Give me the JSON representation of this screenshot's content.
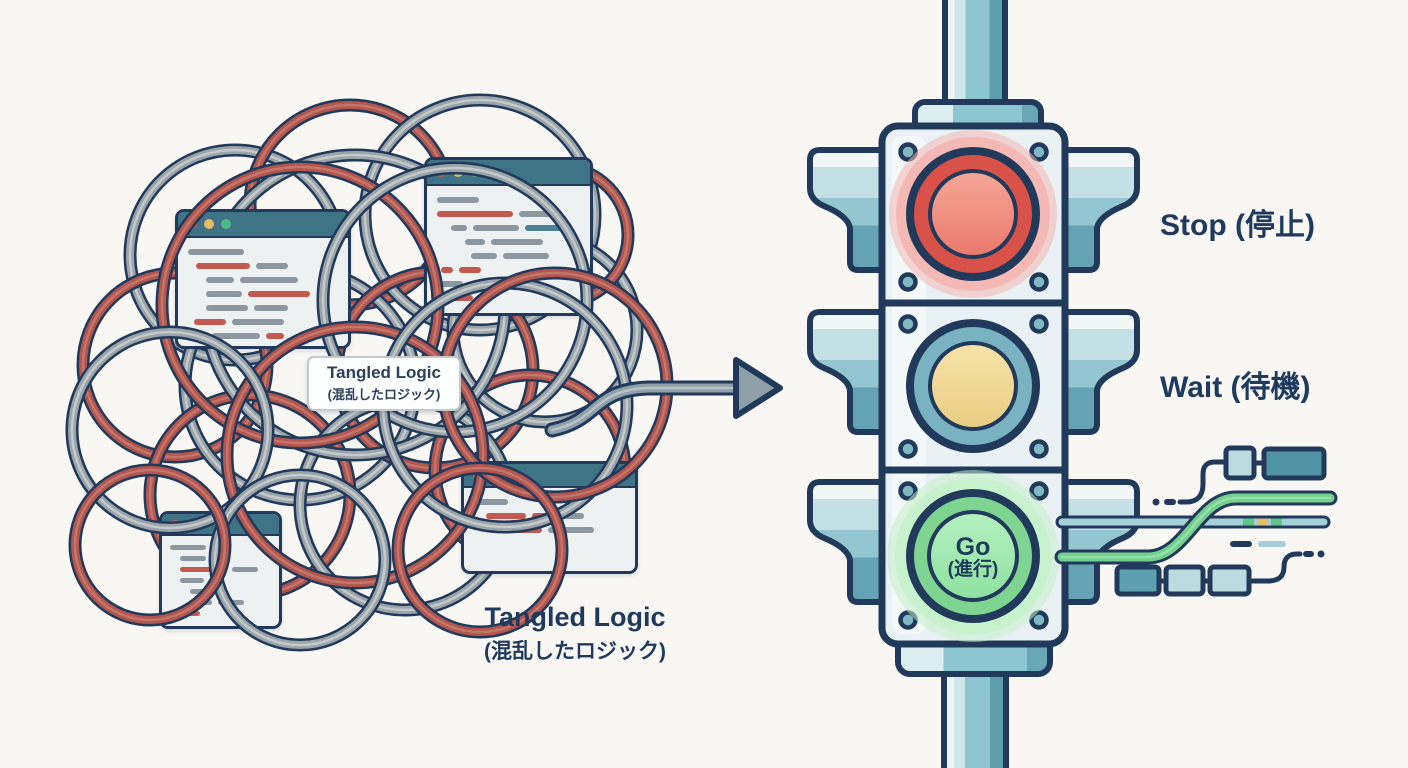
{
  "tangle": {
    "center_label": {
      "title": "Tangled Logic",
      "subtitle": "(混乱したロジック)"
    },
    "caption": {
      "title": "Tangled Logic",
      "subtitle": "(混乱したロジック)"
    }
  },
  "traffic_light": {
    "stop_label": "Stop (停止)",
    "wait_label": "Wait (待機)",
    "go_light": {
      "line1": "Go",
      "line2": "(進行)"
    },
    "light_colors": {
      "red": "#d95249",
      "yellow": "#eacf86",
      "green": "#7fd492"
    }
  },
  "colors": {
    "background": "#f8f7f4",
    "outline_navy": "#21395a",
    "wire_red": "#b2564e",
    "wire_gray": "#9aa4a9",
    "teal_accent": "#8dc6d0",
    "window_titlebar": "#3f7486",
    "window_dot_red": "#cd5a50",
    "window_dot_yellow": "#e8bb62",
    "window_dot_green": "#4eb98a"
  }
}
